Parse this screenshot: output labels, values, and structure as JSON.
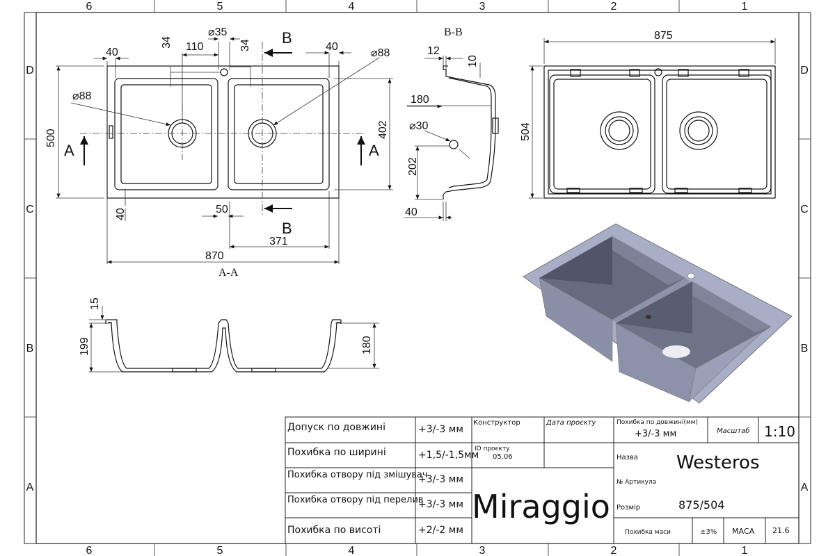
{
  "border": {
    "top_cols": [
      "6",
      "5",
      "4",
      "3",
      "2",
      "1"
    ],
    "bottom_cols": [
      "6",
      "5",
      "4",
      "3",
      "2",
      "1"
    ],
    "left_rows": [
      "D",
      "C",
      "B",
      "A"
    ],
    "right_rows": [
      "D",
      "C",
      "B",
      "A"
    ]
  },
  "top_view": {
    "dims": {
      "d35": "35",
      "w34a": "34",
      "w34b": "34",
      "w110": "110",
      "w40a": "40",
      "w40b": "40",
      "d88a": "88",
      "d88b": "88",
      "h500": "500",
      "h402": "402",
      "h40": "40",
      "w50": "50",
      "w371": "371",
      "w870": "870"
    },
    "section_a": "A",
    "section_b": "B"
  },
  "section_bb": {
    "title": "B-B",
    "dims": {
      "d12": "12",
      "d10": "10",
      "d180": "180",
      "d30": "30",
      "d202": "202",
      "d40": "40"
    }
  },
  "side_view": {
    "dims": {
      "w875": "875",
      "h504": "504"
    }
  },
  "section_aa": {
    "title": "A-A",
    "dims": {
      "d15": "15",
      "d199": "199",
      "d180": "180"
    }
  },
  "title_block": {
    "tolerances": [
      {
        "label": "Допуск по довжині",
        "value": "+3/-3 мм"
      },
      {
        "label": "Похибка по ширині",
        "value": "+1,5/-1,5мм"
      },
      {
        "label": "Похибка отвору під змішувач",
        "value": "+3/-3 мм"
      },
      {
        "label": "Похибка отвору під перелив",
        "value": "+3/-3 мм"
      },
      {
        "label": "Похибка по висоті",
        "value": "+2/-2 мм"
      }
    ],
    "constructor_label": "Конструктор",
    "date_label": "Дата проєкту",
    "project_id_label": "ID проєкту",
    "project_id_value": "05.06",
    "brand": "Miraggio",
    "length_tol_label": "Похибка по довжині(мм)",
    "length_tol_value": "+3/-3 мм",
    "scale_label": "Масштаб",
    "scale_value": "1:10",
    "name_label": "Назва",
    "name_value": "Westeros",
    "article_label": "№ Артикула",
    "size_label": "Розмір",
    "size_value": "875/504",
    "mass_tol_label": "Похибка маси",
    "mass_tol_value": "±3%",
    "mass_label": "МАСА",
    "mass_value": "21.6"
  }
}
